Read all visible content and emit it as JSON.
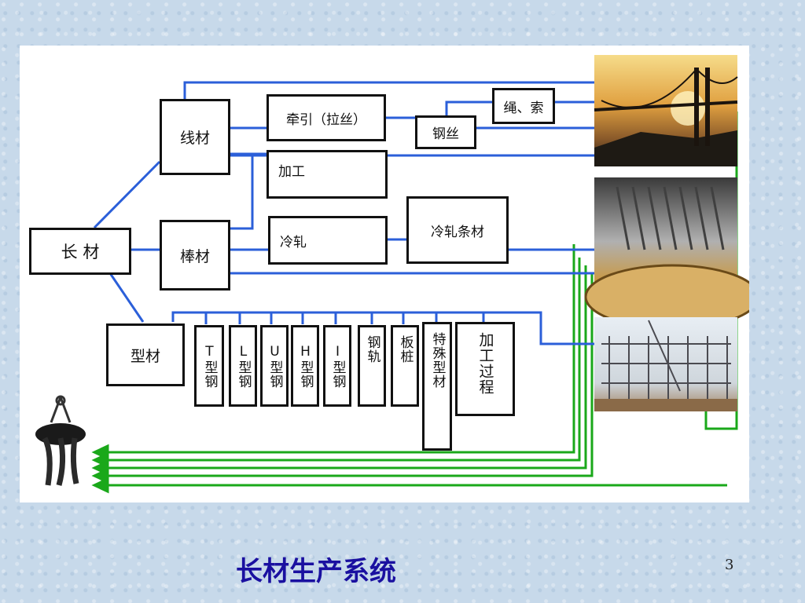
{
  "title": "长材生产系统",
  "page_number": "3",
  "nodes": {
    "root": "长 材",
    "wire_rod": "线材",
    "bar": "棒材",
    "section": "型材",
    "drawing": "牵引（拉丝）",
    "steel_wire": "钢丝",
    "rope": "绳、索",
    "processing": "加工",
    "cold_rolling": "冷轧",
    "cold_rolled_strip": "冷轧条材"
  },
  "section_items": [
    "T型钢",
    "L型钢",
    "U型钢",
    "H型钢",
    "I型钢",
    "钢轨",
    "板桩",
    "特殊型材",
    "加工过程"
  ],
  "colors": {
    "line_blue": "#2b5fd9",
    "line_green": "#1aa81a",
    "title": "#1a10a0"
  }
}
